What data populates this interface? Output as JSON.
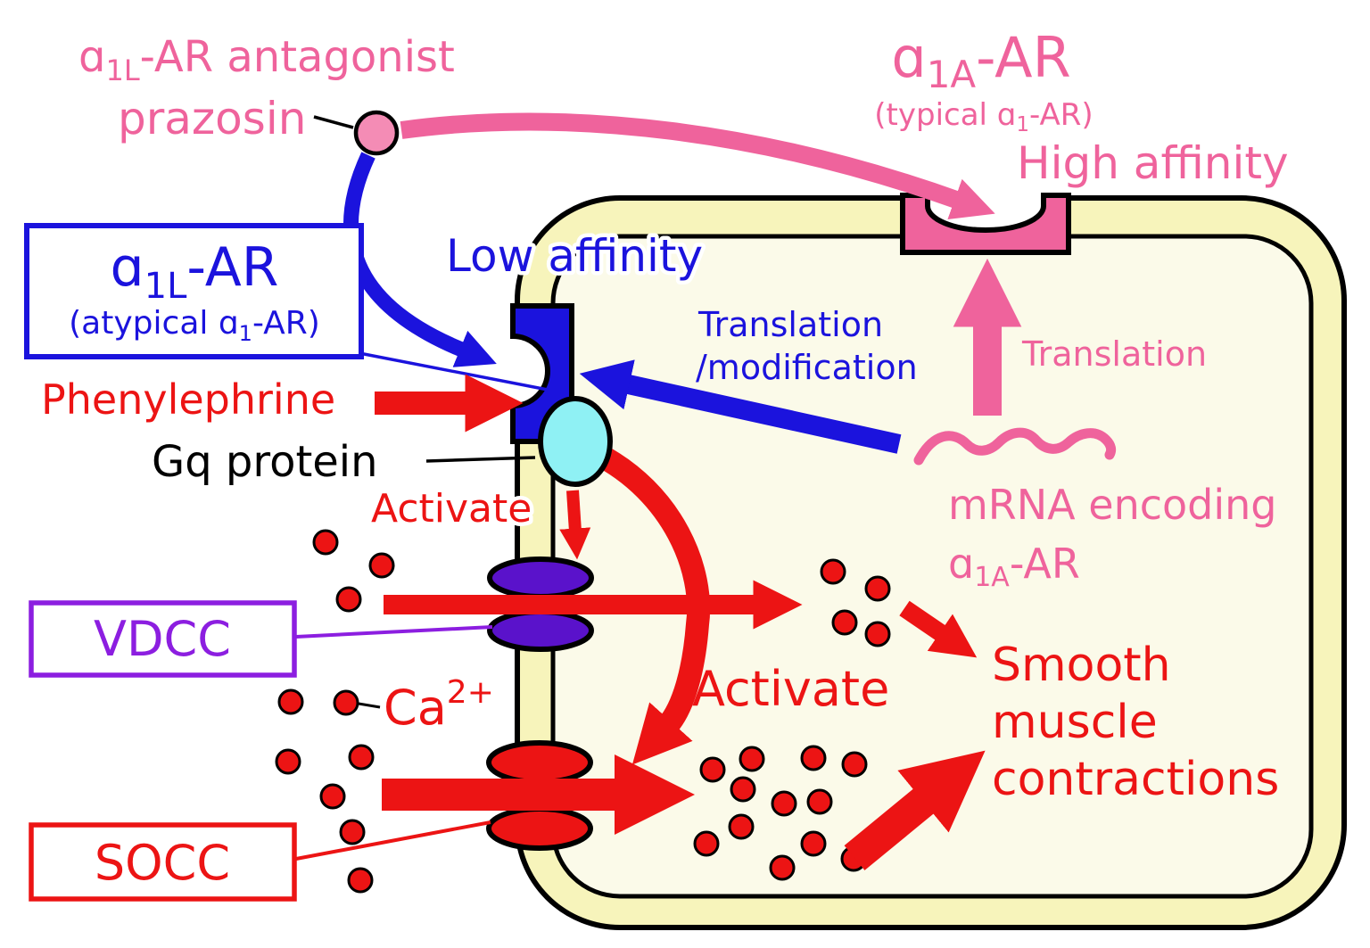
{
  "colors": {
    "pink": "#ef639c",
    "pink_light": "#f48cb5",
    "blue": "#1b13dd",
    "red": "#ec1414",
    "purple": "#8c1ee0",
    "purple_dark": "#5a12cb",
    "cyan": "#8ff1f4",
    "membrane": "#f7f4bb",
    "cytoplasm": "#fbfae9",
    "outline": "#000000"
  },
  "prazosin": {
    "line1_alpha": "ɑ",
    "line1_sub": "1L",
    "line1_rest": "-AR antagonist",
    "line2": "prazosin"
  },
  "a1a": {
    "alpha": "ɑ",
    "sub": "1A",
    "rest": "-AR",
    "paren_open": "(typical ɑ",
    "paren_sub": "1",
    "paren_rest": "-AR)",
    "affinity": "High affinity",
    "translation": "Translation"
  },
  "a1l": {
    "alpha": "ɑ",
    "sub": "1L",
    "rest": "-AR",
    "paren_open": "(atypical ɑ",
    "paren_sub": "1",
    "paren_rest": "-AR)",
    "affinity": "Low affinity"
  },
  "phenylephrine": {
    "label": "Phenylephrine"
  },
  "gq": {
    "label": "Gq protein",
    "activate": "Activate"
  },
  "mrna": {
    "line1": "mRNA encoding",
    "line2_alpha": "ɑ",
    "line2_sub": "1A",
    "line2_rest": "-AR",
    "translation1": "Translation",
    "translation2": "/modification"
  },
  "channels": {
    "vdcc": "VDCC",
    "socc": "SOCC"
  },
  "calcium": {
    "symbol": "Ca",
    "charge": "2+"
  },
  "outcome": {
    "activate": "Activate",
    "line1": "Smooth",
    "line2": "muscle",
    "line3": "contractions"
  }
}
